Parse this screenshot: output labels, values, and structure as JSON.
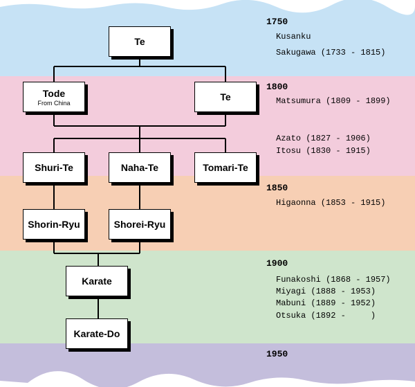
{
  "colors": {
    "band_1750": "#c6e2f5",
    "band_1800": "#f3ccdc",
    "band_1850": "#f7cfb4",
    "band_1900": "#cfe5cc",
    "band_1950": "#c4bedc"
  },
  "nodes": {
    "te_root": "Te",
    "tode": "Tode",
    "tode_sub": "From China",
    "te_second": "Te",
    "shuri_te": "Shuri-Te",
    "naha_te": "Naha-Te",
    "tomari_te": "Tomari-Te",
    "shorin_ryu": "Shorin-Ryu",
    "shorei_ryu": "Shorei-Ryu",
    "karate": "Karate",
    "karate_do": "Karate-Do"
  },
  "timeline": {
    "y1750": "1750",
    "y1800": "1800",
    "y1850": "1850",
    "y1900": "1900",
    "y1950": "1950"
  },
  "masters": {
    "kusanku": "Kusanku",
    "sakugawa": "Sakugawa (1733 - 1815)",
    "matsumura": "Matsumura (1809 - 1899)",
    "azato": "Azato (1827 - 1906)",
    "itosu": "Itosu (1830 - 1915)",
    "higaonna": "Higaonna (1853 - 1915)",
    "funakoshi": "Funakoshi (1868 - 1957)",
    "miyagi": "Miyagi (1888 - 1953)",
    "mabuni": "Mabuni (1889 - 1952)",
    "otsuka": "Otsuka (1892 -     )"
  }
}
